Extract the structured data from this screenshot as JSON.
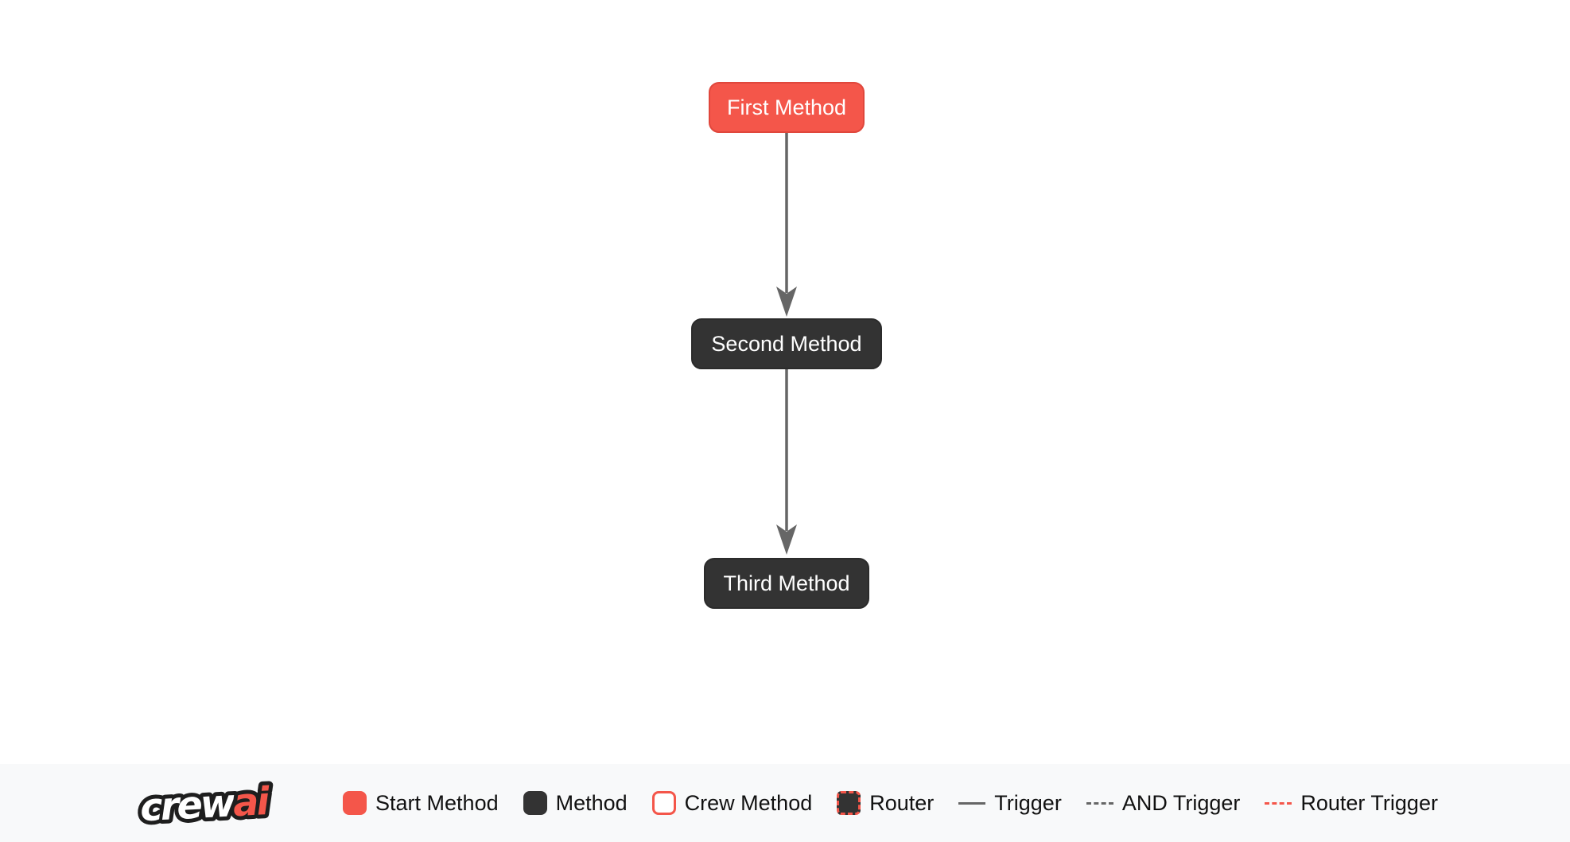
{
  "diagram": {
    "nodes": [
      {
        "label": "First Method",
        "type": "start-method"
      },
      {
        "label": "Second Method",
        "type": "method"
      },
      {
        "label": "Third Method",
        "type": "method"
      }
    ],
    "edges": [
      {
        "from": "First Method",
        "to": "Second Method",
        "type": "trigger"
      },
      {
        "from": "Second Method",
        "to": "Third Method",
        "type": "trigger"
      }
    ]
  },
  "footer": {
    "logo": {
      "text_white": "crew",
      "text_red": "ai"
    },
    "legend": [
      {
        "label": "Start Method",
        "swatch": "red-rounded-square"
      },
      {
        "label": "Method",
        "swatch": "dark-rounded-square"
      },
      {
        "label": "Crew Method",
        "swatch": "white-square-red-border"
      },
      {
        "label": "Router",
        "swatch": "dark-square-red-dashed-border"
      },
      {
        "label": "Trigger",
        "swatch": "solid-gray-line"
      },
      {
        "label": "AND Trigger",
        "swatch": "dashed-gray-line"
      },
      {
        "label": "Router Trigger",
        "swatch": "dashed-red-line"
      }
    ]
  },
  "colors": {
    "accent_red": "#F4564A",
    "red_border": "#E0473C",
    "node_dark": "#333333",
    "edge_gray": "#666666",
    "footer_bg": "#F8F9FA",
    "text_dark": "#111111",
    "node_text": "#FFFFFF"
  }
}
